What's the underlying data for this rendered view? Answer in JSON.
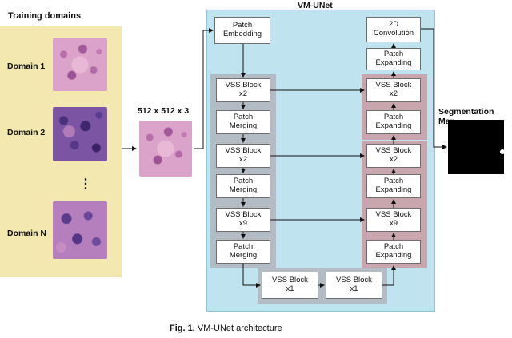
{
  "domains": {
    "title": "Training domains",
    "labels": [
      "Domain 1",
      "Domain 2",
      "Domain N"
    ],
    "ellipsis": "⋮"
  },
  "input": {
    "size_label": "512 x 512 x 3"
  },
  "vmunet": {
    "title": "VM-UNet",
    "patch_embedding": "Patch\nEmbedding",
    "encoder": [
      {
        "block": "VSS Block\nx2",
        "down": "Patch\nMerging"
      },
      {
        "block": "VSS Block\nx2",
        "down": "Patch\nMerging"
      },
      {
        "block": "VSS Block\nx9",
        "down": "Patch\nMerging"
      }
    ],
    "bottleneck": [
      "VSS Block\nx1",
      "VSS Block\nx1"
    ],
    "decoder": [
      {
        "block": "VSS Block\nx2",
        "up": "Patch\nExpanding"
      },
      {
        "block": "VSS Block\nx2",
        "up": "Patch\nExpanding"
      },
      {
        "block": "VSS Block\nx9",
        "up": "Patch\nExpanding"
      }
    ],
    "final_expanding": "Patch\nExpanding",
    "conv": "2D\nConvolution"
  },
  "output": {
    "title": "Segmentation Map"
  },
  "caption": {
    "prefix": "Fig. 1.",
    "text": "VM-UNet architecture"
  },
  "colors": {
    "domains_bg": "#f3e9b0",
    "vmunet_bg": "#bfe3ef",
    "encoder_frame": "#b3bcc4",
    "decoder_frame": "#c9a6ad"
  }
}
